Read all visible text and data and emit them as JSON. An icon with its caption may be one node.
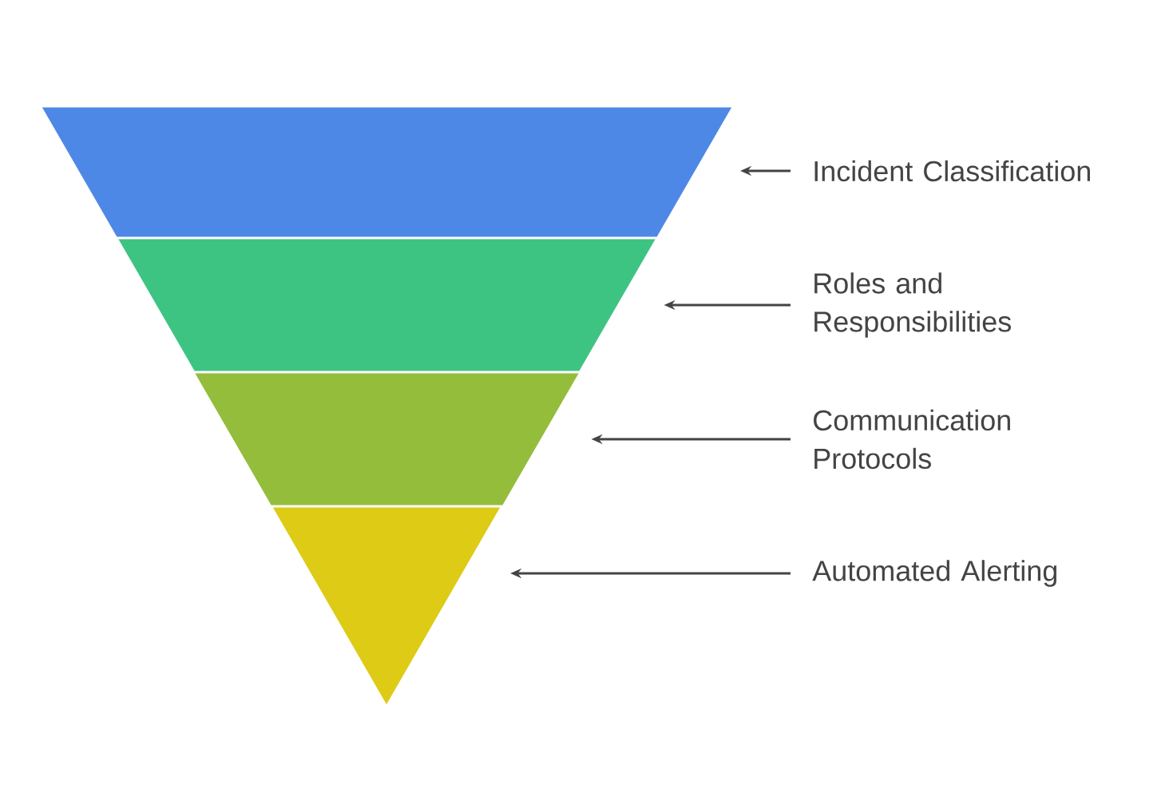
{
  "diagram": {
    "nodes": [
      {
        "text": [],
        "shape": "trapezoid"
      },
      {
        "text": [],
        "shape": "trapezoid"
      },
      {
        "text": [],
        "shape": "trapezoid"
      },
      {
        "text": [],
        "shape": "triangle"
      },
      {
        "text": [
          "Incident Classification"
        ]
      },
      {
        "text": [
          "Roles and Responsibilities"
        ]
      },
      {
        "text": [
          "Communication Protocols"
        ]
      },
      {
        "text": [
          "Automated Alerting"
        ]
      }
    ],
    "edges": [
      {
        "from": 4,
        "to": 0,
        "arrow": "to"
      },
      {
        "from": 5,
        "to": 1,
        "arrow": "to"
      },
      {
        "from": 6,
        "to": 2,
        "arrow": "to"
      },
      {
        "from": 7,
        "to": 3,
        "arrow": "to"
      }
    ]
  }
}
